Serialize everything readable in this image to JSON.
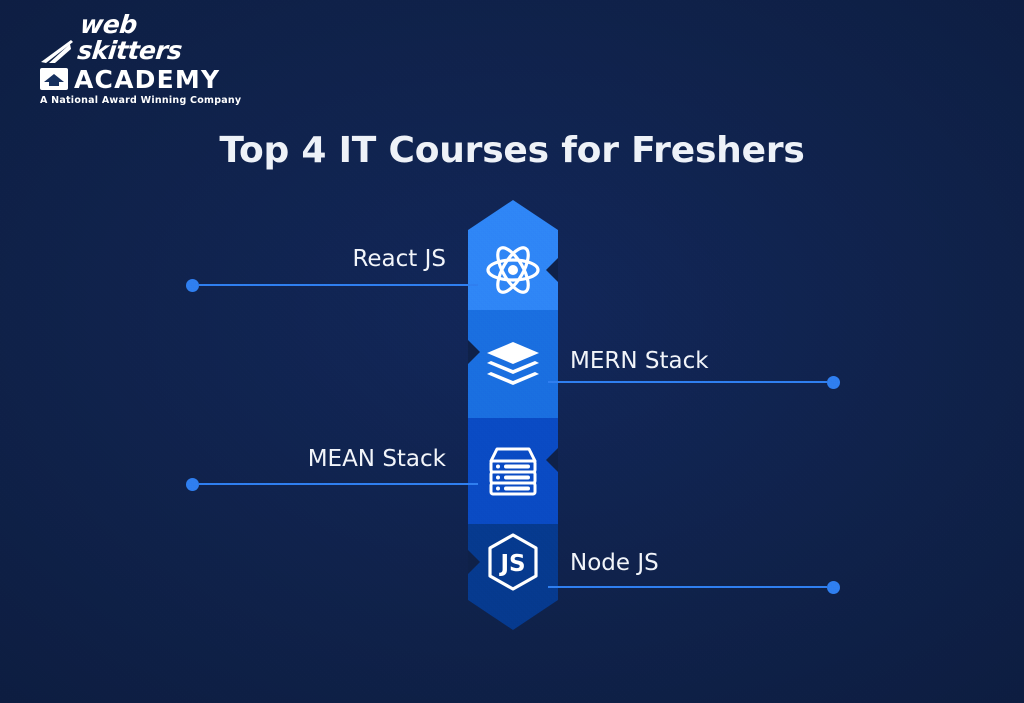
{
  "brand": {
    "name_line1": "web skitters",
    "name_line2": "ACADEMY",
    "tagline": "A National Award Winning Company",
    "logo_icon": "graduation-cap-icon",
    "swoosh_icon": "swoosh-icon"
  },
  "title": "Top 4 IT Courses for Freshers",
  "colors": {
    "background": "#0f2149",
    "accent_line": "#2f7ff0",
    "title_text": "#eef2f8",
    "label_text": "#f2f5fa",
    "segment_1": "#2f86f6",
    "segment_2": "#1a6fe0",
    "segment_3": "#0a4bc4",
    "segment_4": "#063a8f"
  },
  "diagram": {
    "type": "vertical-banner-list",
    "count": 4,
    "items": [
      {
        "label": "React JS",
        "icon": "react-atom-icon",
        "side": "left",
        "color": "#2f86f6",
        "order": 1
      },
      {
        "label": "MERN Stack",
        "icon": "stacked-layers-icon",
        "side": "right",
        "color": "#1a6fe0",
        "order": 2
      },
      {
        "label": "MEAN Stack",
        "icon": "server-rack-icon",
        "side": "left",
        "color": "#0a4bc4",
        "order": 3
      },
      {
        "label": "Node JS",
        "icon": "nodejs-hexagon-js-icon",
        "side": "right",
        "color": "#063a8f",
        "order": 4
      }
    ]
  }
}
